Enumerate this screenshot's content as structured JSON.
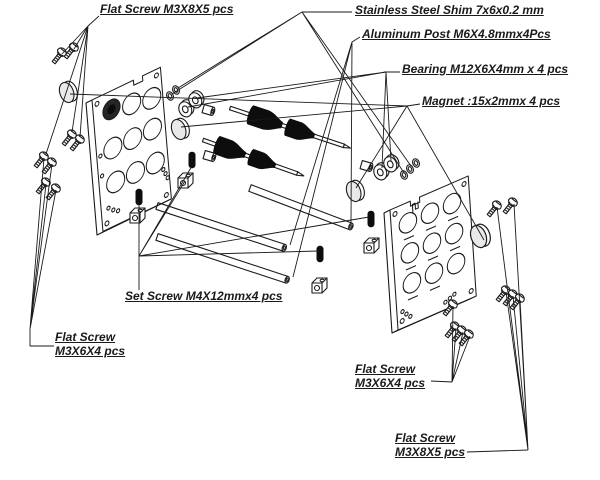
{
  "diagram": {
    "type": "exploded-assembly-line-drawing",
    "colors": {
      "background": "#ffffff",
      "ink": "#1a1a1a",
      "roller_fill": "#0d0d0d",
      "magnet_fill": "#e9e9e9"
    },
    "labels": {
      "flat_screw_top": "Flat Screw M3X8X5 pcs",
      "stainless_shim": "Stainless Steel Shim 7x6x0.2 mm",
      "aluminum_post": "Aluminum Post M6X4.8mmx4Pcs",
      "bearing": "Bearing M12X6X4mm x 4 pcs",
      "magnet": "Magnet :15x2mmx 4 pcs",
      "set_screw": "Set Screw M4X12mmx4 pcs",
      "flat_screw_bottom_left": {
        "line1": "Flat Screw",
        "line2": "M3X6X4 pcs"
      },
      "flat_screw_mid_right": {
        "line1": "Flat Screw",
        "line2": "M3X6X4 pcs"
      },
      "flat_screw_bottom_right": {
        "line1": "Flat Screw",
        "line2": "M3X8X5 pcs"
      }
    },
    "parts": [
      "front-plate",
      "rear-plate",
      "roller-shaft-assembly",
      "aluminum-post-tube",
      "set-screw",
      "nut-block",
      "bearing",
      "shim-washer",
      "magnet-disc",
      "flat-screw"
    ]
  }
}
